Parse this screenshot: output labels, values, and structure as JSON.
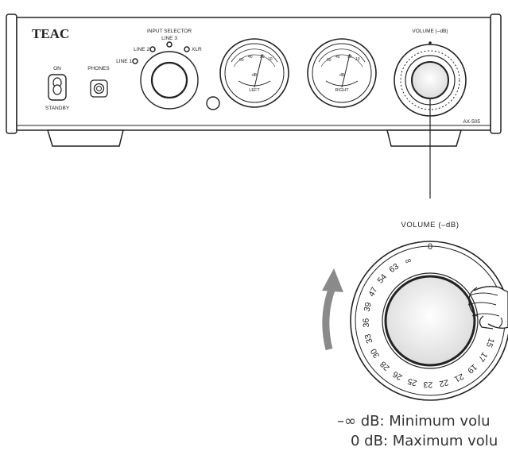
{
  "device": {
    "brand": "TEAC",
    "model": "AX-505",
    "power": {
      "on_label": "ON",
      "standby_label": "STANDBY"
    },
    "phones_label": "PHONES",
    "input_selector": {
      "title": "INPUT SELECTOR",
      "line1": "LINE 1",
      "line2": "LINE 2",
      "line3": "LINE 3",
      "xlr": "XLR"
    },
    "meters": {
      "left_label": "LEFT",
      "right_label": "RIGHT",
      "unit": "dB",
      "scale": [
        "60",
        "40",
        "20",
        "10"
      ]
    },
    "volume_label": "VOLUME (–dB)"
  },
  "callout": {
    "title": "VOLUME (–dB)",
    "dial_top": "0",
    "dial_numbers": [
      "∞",
      "63",
      "54",
      "47",
      "39",
      "36",
      "33",
      "30",
      "28",
      "26",
      "25",
      "23",
      "22",
      "21",
      "19",
      "17",
      "15"
    ]
  },
  "legend": {
    "line1": "–∞ dB: Minimum volu",
    "line2": "0 dB: Maximum volu"
  }
}
